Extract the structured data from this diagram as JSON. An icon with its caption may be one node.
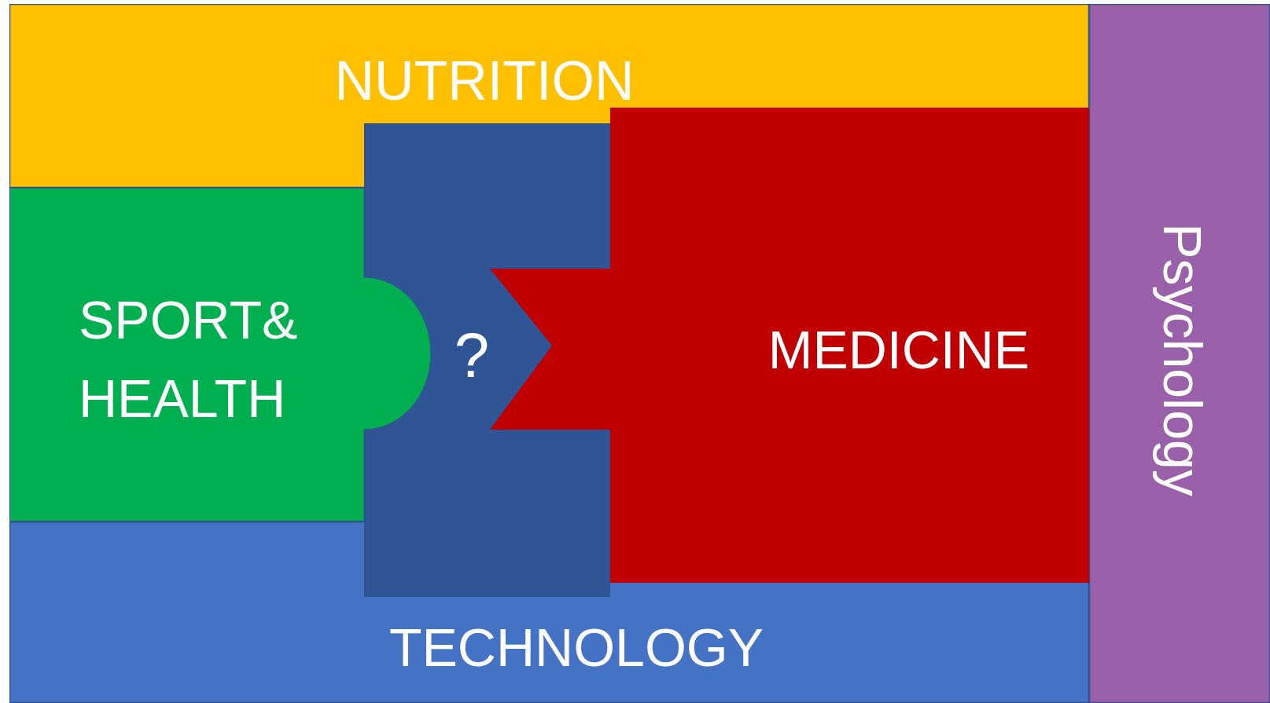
{
  "diagram": {
    "nodes": [
      {
        "text": [
          "NUTRITION"
        ]
      },
      {
        "text": [
          "SPORT& HEALTH"
        ]
      },
      {
        "text": [
          "?"
        ]
      },
      {
        "text": [
          "MEDICINE"
        ]
      },
      {
        "text": [
          "TECHNOLOGY"
        ]
      },
      {
        "text": [
          "Psychology"
        ]
      }
    ]
  }
}
